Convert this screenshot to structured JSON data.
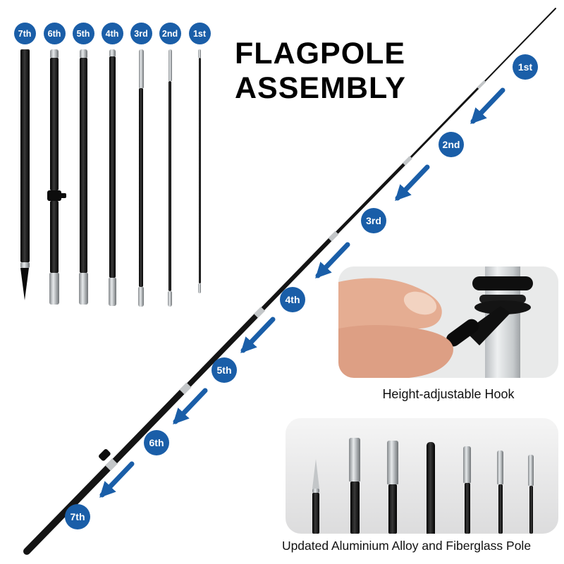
{
  "title": {
    "line1": "FLAGPOLE",
    "line2": "ASSEMBLY"
  },
  "segment_badges": [
    "7th",
    "6th",
    "5th",
    "4th",
    "3rd",
    "2nd",
    "1st"
  ],
  "assembly_badges": [
    "1st",
    "2nd",
    "3rd",
    "4th",
    "5th",
    "6th",
    "7th"
  ],
  "captions": {
    "hook": "Height-adjustable Hook",
    "pole": "Updated Aluminium Alloy and Fiberglass Pole"
  },
  "colors": {
    "badge_blue": "#1a5ea8",
    "arrow_blue": "#1a5ea8",
    "pole_black": "#141414",
    "metal_silver": "#c3c6c8",
    "inset_background": "#e9eaea",
    "skin_tone": "#e5ad92"
  }
}
